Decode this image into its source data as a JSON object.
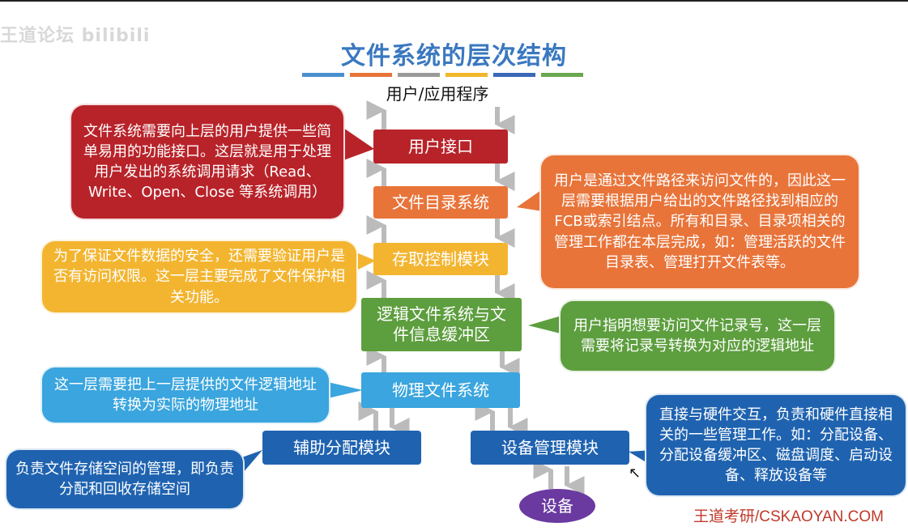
{
  "watermark": "王道论坛 bilibili",
  "title": "文件系统的层次结构",
  "stripes": [
    "#4a8fd0",
    "#e8743a",
    "#9a9a9a",
    "#f0b72b",
    "#3b69b8",
    "#6aa84f"
  ],
  "app_label": "用户/应用程序",
  "layers": {
    "user_interface": "用户接口",
    "directory_system": "文件目录系统",
    "access_control": "存取控制模块",
    "logical_fs": "逻辑文件系统与文件信息缓冲区",
    "physical_fs": "物理文件系统",
    "alloc_module": "辅助分配模块",
    "device_mgmt": "设备管理模块",
    "device": "设备"
  },
  "callouts": {
    "user_interface": "文件系统需要向上层的用户提供一些简单易用的功能接口。这层就是用于处理用户发出的系统调用请求（Read、Write、Open、Close 等系统调用）",
    "directory_system": "用户是通过文件路径来访问文件的，因此这一层需要根据用户给出的文件路径找到相应的FCB或索引结点。所有和目录、目录项相关的管理工作都在本层完成，如：管理活跃的文件目录表、管理打开文件表等。",
    "access_control": "为了保证文件数据的安全，还需要验证用户是否有访问权限。这一层主要完成了文件保护相关功能。",
    "logical_fs": "用户指明想要访问文件记录号，这一层需要将记录号转换为对应的逻辑地址",
    "physical_fs": "这一层需要把上一层提供的文件逻辑地址转换为实际的物理地址",
    "alloc_module": "负责文件存储空间的管理，即负责分配和回收存储空间",
    "device_mgmt": "直接与硬件交互，负责和硬件直接相关的一些管理工作。如：分配设备、分配设备缓冲区、磁盘调度、启动设备、释放设备等"
  },
  "colors": {
    "user_interface": "#b8232a",
    "directory_system": "#e8743a",
    "access_control": "#f3b530",
    "logical_fs": "#5d9e3e",
    "physical_fs": "#3aa5de",
    "module_blue": "#1f63b0",
    "device": "#6a3aa0"
  },
  "footer": "王道考研/CSKAOYAN.COM"
}
